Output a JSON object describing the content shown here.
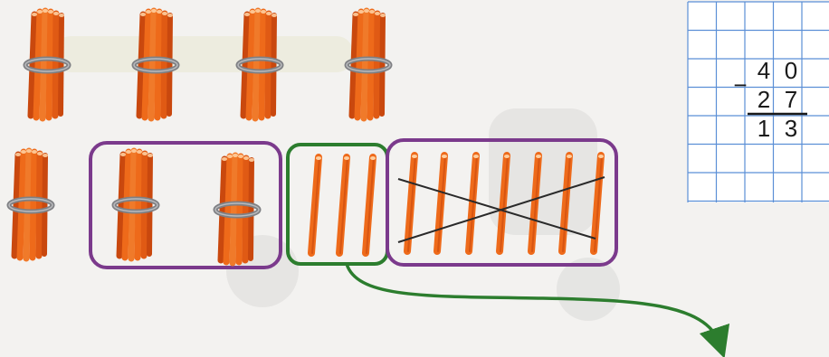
{
  "colors": {
    "stick": "#ee6a1a",
    "stick_dark": "#c9480e",
    "band": "#7f8084",
    "purple_frame": "#7b3a8c",
    "green_frame": "#2c7d2e",
    "grid_line": "#5b8fd6",
    "background": "#f3f2f0"
  },
  "icons": [
    "bundle-of-ten-sticks-icon",
    "single-stick-icon",
    "cross-out-mark-icon",
    "arrow-icon"
  ],
  "bundles": {
    "top_row": 4,
    "bottom_row": 3
  },
  "single_sticks": {
    "kept": 3,
    "crossed_out": 7
  },
  "subtraction": {
    "minuend": [
      "4",
      "0"
    ],
    "sign": "−",
    "subtrahend": [
      "2",
      "7"
    ],
    "result": [
      "1",
      "3"
    ]
  }
}
